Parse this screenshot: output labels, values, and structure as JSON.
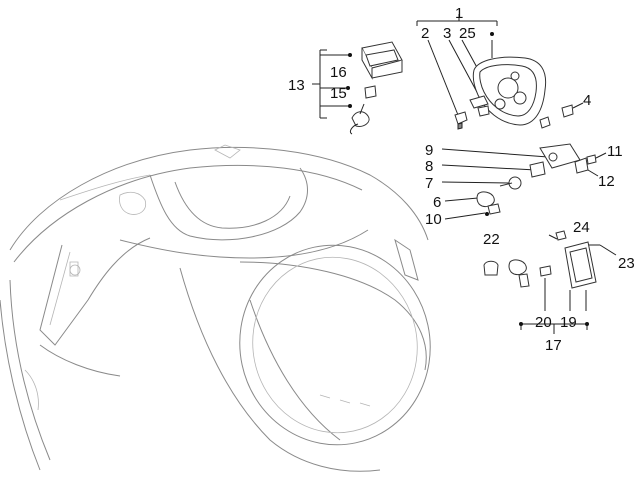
{
  "diagram": {
    "labels": {
      "l1": "1",
      "l2": "2",
      "l3": "3",
      "l25": "25",
      "l4": "4",
      "l13": "13",
      "l16": "16",
      "l15": "15",
      "l9": "9",
      "l8": "8",
      "l7": "7",
      "l11": "11",
      "l12": "12",
      "l6": "6",
      "l10": "10",
      "l22": "22",
      "l24": "24",
      "l23": "23",
      "l20": "20",
      "l19": "19",
      "l17": "17"
    },
    "colors": {
      "line": "#222222",
      "body": "#8a8a8a",
      "background": "#ffffff"
    }
  }
}
